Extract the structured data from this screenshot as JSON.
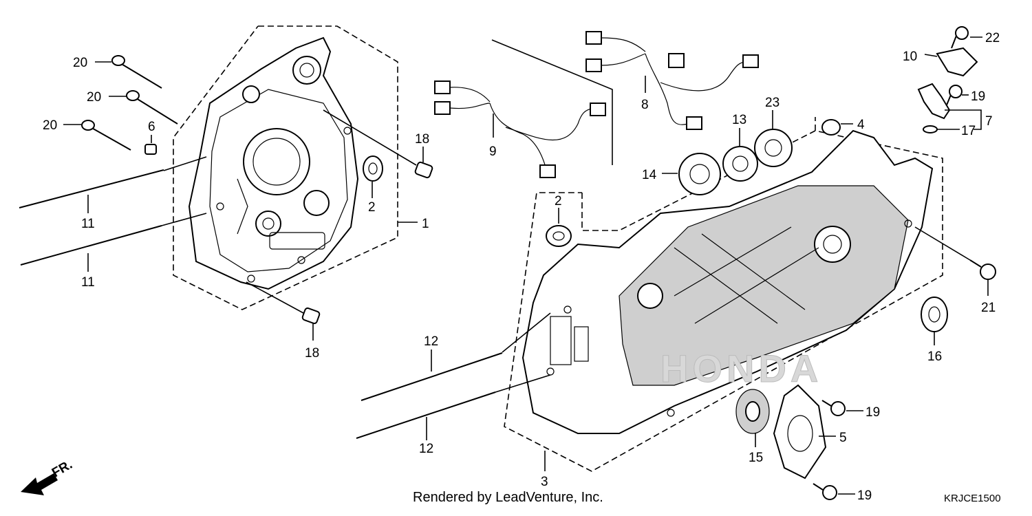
{
  "callouts": {
    "c1": "1",
    "c2a": "2",
    "c2b": "2",
    "c3": "3",
    "c4": "4",
    "c5": "5",
    "c6": "6",
    "c7": "7",
    "c8": "8",
    "c9": "9",
    "c10": "10",
    "c11a": "11",
    "c11b": "11",
    "c12a": "12",
    "c12b": "12",
    "c13": "13",
    "c14": "14",
    "c15": "15",
    "c16": "16",
    "c17": "17",
    "c18a": "18",
    "c18b": "18",
    "c19a": "19",
    "c19b": "19",
    "c19c": "19",
    "c20a": "20",
    "c20b": "20",
    "c20c": "20",
    "c21": "21",
    "c22": "22",
    "c23": "23"
  },
  "orientation": "FR.",
  "footer": "Rendered by LeadVenture, Inc.",
  "diagram_code": "KRJCE1500"
}
